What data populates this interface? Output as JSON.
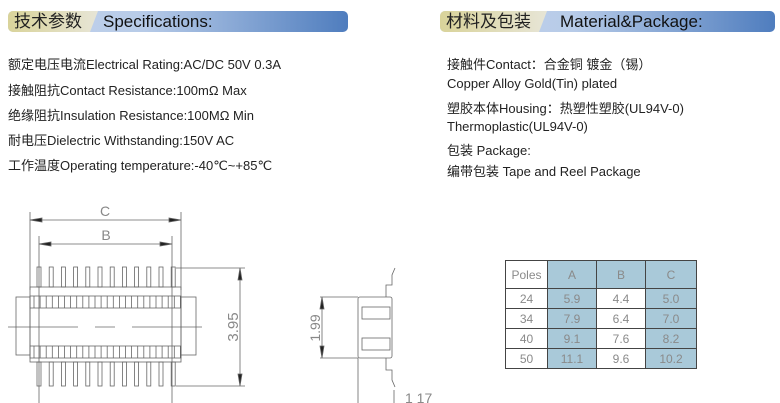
{
  "specs": {
    "title_cn": "技术参数",
    "title_en": "Specifications:",
    "lines": [
      "额定电压电流Electrical Rating:AC/DC 50V 0.3A",
      "接触阻抗Contact Resistance:100mΩ Max",
      "绝缘阻抗Insulation Resistance:100MΩ Min",
      "耐电压Dielectric Withstanding:150V AC",
      "工作温度Operating temperature:-40℃~+85℃"
    ]
  },
  "material": {
    "title_cn": "材料及包装",
    "title_en": "Material&Package:",
    "lines": [
      "接触件Contact：合金铜 镀金（锡）",
      "Copper Alloy Gold(Tin) plated",
      "塑胶本体Housing：热塑性塑胶(UL94V-0)",
      "Thermoplastic(UL94V-0)",
      "包装 Package:",
      "编带包装 Tape and Reel Package"
    ]
  },
  "drawing": {
    "dim_c": "C",
    "dim_b": "B",
    "dim_height": "3.95",
    "dim_side": "1.99",
    "dim_pitch": "1 17"
  },
  "table": {
    "headers": [
      "Poles",
      "A",
      "B",
      "C"
    ],
    "rows": [
      [
        "24",
        "5.9",
        "4.4",
        "5.0"
      ],
      [
        "34",
        "7.9",
        "6.4",
        "7.0"
      ],
      [
        "40",
        "9.1",
        "7.6",
        "8.2"
      ],
      [
        "50",
        "11.1",
        "9.6",
        "10.2"
      ]
    ]
  }
}
